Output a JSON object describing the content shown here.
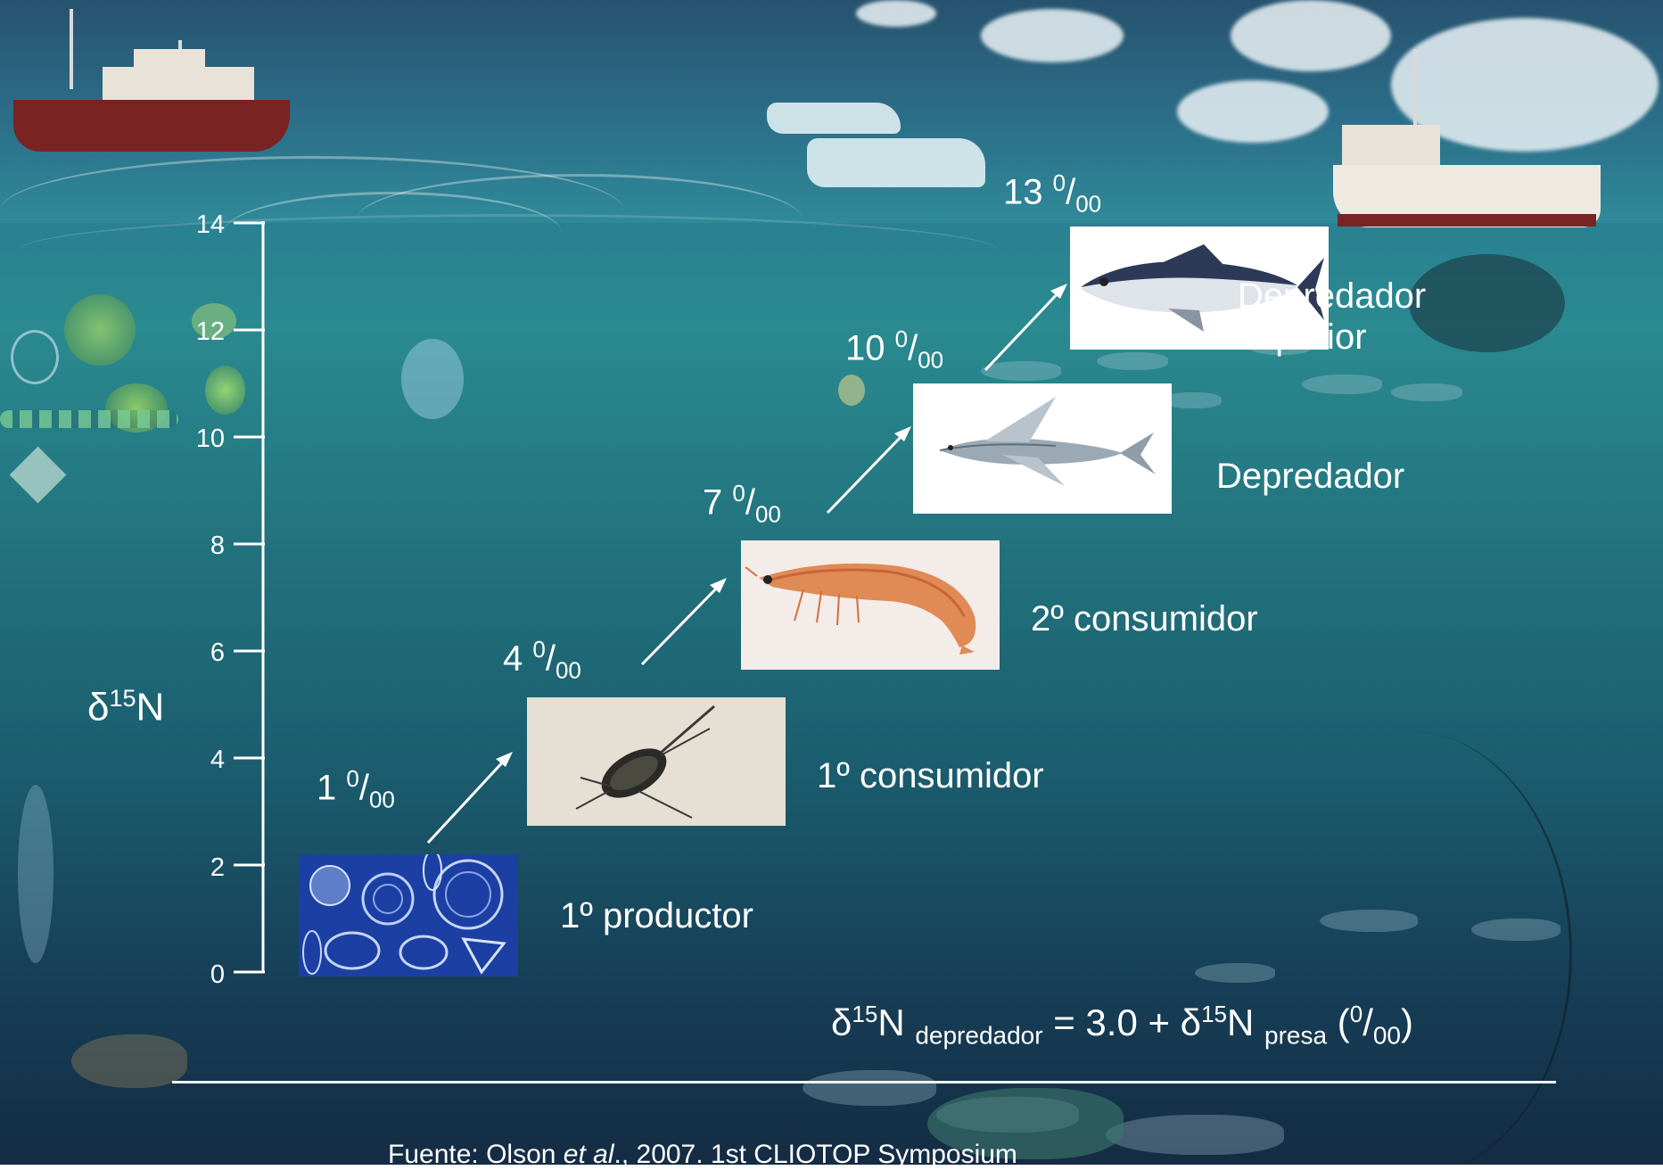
{
  "axis": {
    "ticks": [
      "0",
      "2",
      "4",
      "6",
      "8",
      "10",
      "12",
      "14"
    ],
    "label_base": "δ",
    "label_sup": "15",
    "label_tail": "N"
  },
  "levels": [
    {
      "name": "1º productor",
      "value_main": "1",
      "value_sup": "0",
      "value_slash": "/",
      "value_sub": "00",
      "icon": "diatoms-icon"
    },
    {
      "name": "1º consumidor",
      "value_main": "4",
      "value_sup": "0",
      "value_slash": "/",
      "value_sub": "00",
      "icon": "copepod-icon"
    },
    {
      "name": "2º consumidor",
      "value_main": "7",
      "value_sup": "0",
      "value_slash": "/",
      "value_sub": "00",
      "icon": "shrimp-icon"
    },
    {
      "name": "Depredador",
      "value_main": "10",
      "value_sup": "0",
      "value_slash": "/",
      "value_sub": "00",
      "icon": "flying-fish-icon"
    },
    {
      "name": "Depredador",
      "name_line2": "superior",
      "value_main": "13",
      "value_sup": "0",
      "value_slash": "/",
      "value_sub": "00",
      "icon": "tuna-icon"
    }
  ],
  "formula": {
    "delta": "δ",
    "sup1": "15",
    "n1": "N",
    "sub1": "depredador",
    "middle": "= 3.0 + δ",
    "sup2": "15",
    "n2": "N",
    "sub2": "presa",
    "open": "(",
    "unit_sup": "0",
    "unit_slash": "/",
    "unit_sub": "00",
    "close": ")"
  },
  "source": {
    "prefix": "Fuente: Olson ",
    "italic": "et al",
    "suffix": "., 2007. 1st CLIOTOP Symposium"
  },
  "colors": {
    "water_top": "#2a8a90",
    "water_bottom": "#142c44",
    "text": "#ffffff"
  }
}
